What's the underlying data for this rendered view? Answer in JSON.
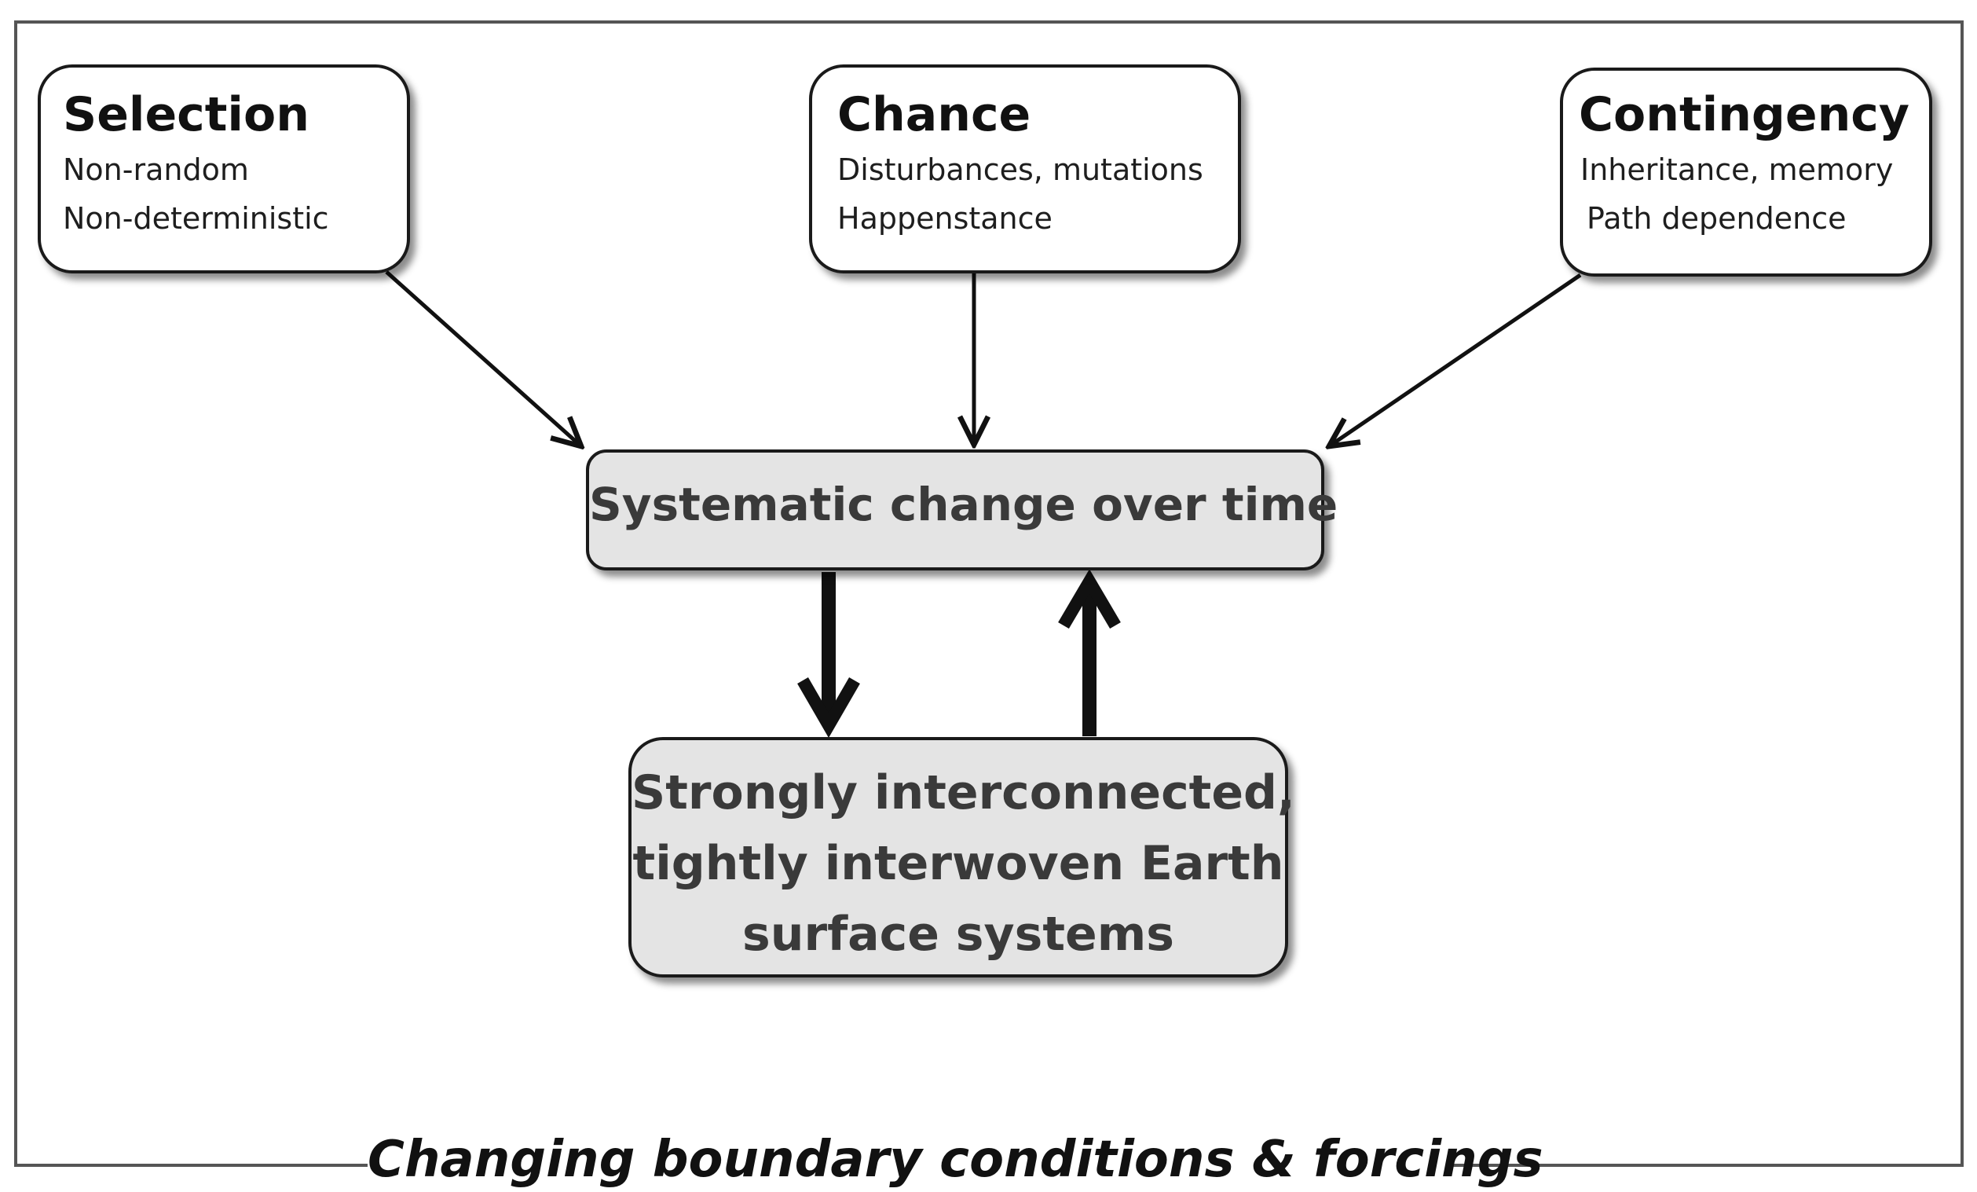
{
  "selection": {
    "title": "Selection",
    "lines": [
      "Non-random",
      "Non-deterministic"
    ]
  },
  "chance": {
    "title": "Chance",
    "lines": [
      "Disturbances, mutations",
      "Happenstance"
    ]
  },
  "contingency": {
    "title": "Contingency",
    "lines": [
      "Inheritance, memory",
      "Path dependence"
    ]
  },
  "center": {
    "label": "Systematic change over time"
  },
  "systems": {
    "lines": [
      "Strongly interconnected,",
      "tightly interwoven Earth",
      "surface systems"
    ]
  },
  "frame": {
    "caption": "Changing boundary conditions & forcings"
  },
  "colors": {
    "box_fill": "#ffffff",
    "highlight_fill": "#e4e4e4",
    "line": "#1a1a1a"
  }
}
